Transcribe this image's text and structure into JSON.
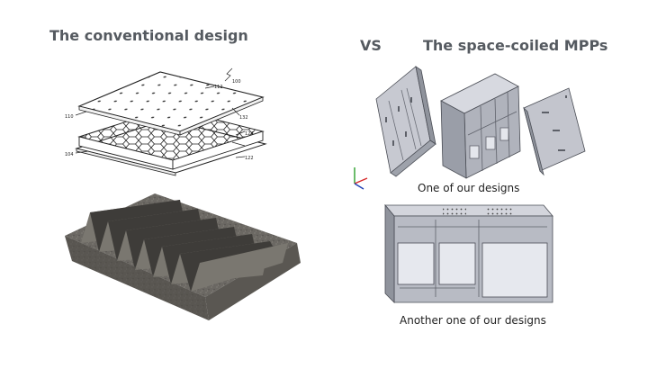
{
  "left": {
    "title": "The conventional design",
    "patent_refs": {
      "top_right": "100",
      "plate_top": "112",
      "plate_left": "110",
      "core_right_a": "132",
      "core_right_b": "124",
      "core_left": "104",
      "bottom_right": "122"
    }
  },
  "right": {
    "vs_label": "VS",
    "title": "The space-coiled MPPs",
    "caption_design_1": "One of our designs",
    "caption_design_2": "Another one of our designs"
  },
  "colors": {
    "title_text": "#555a60",
    "cad_face": "#b7bac3",
    "cad_light": "#d9dbe2",
    "cad_dark": "#858994",
    "foam": "#6b6863",
    "foam_dark": "#3c3a37"
  }
}
